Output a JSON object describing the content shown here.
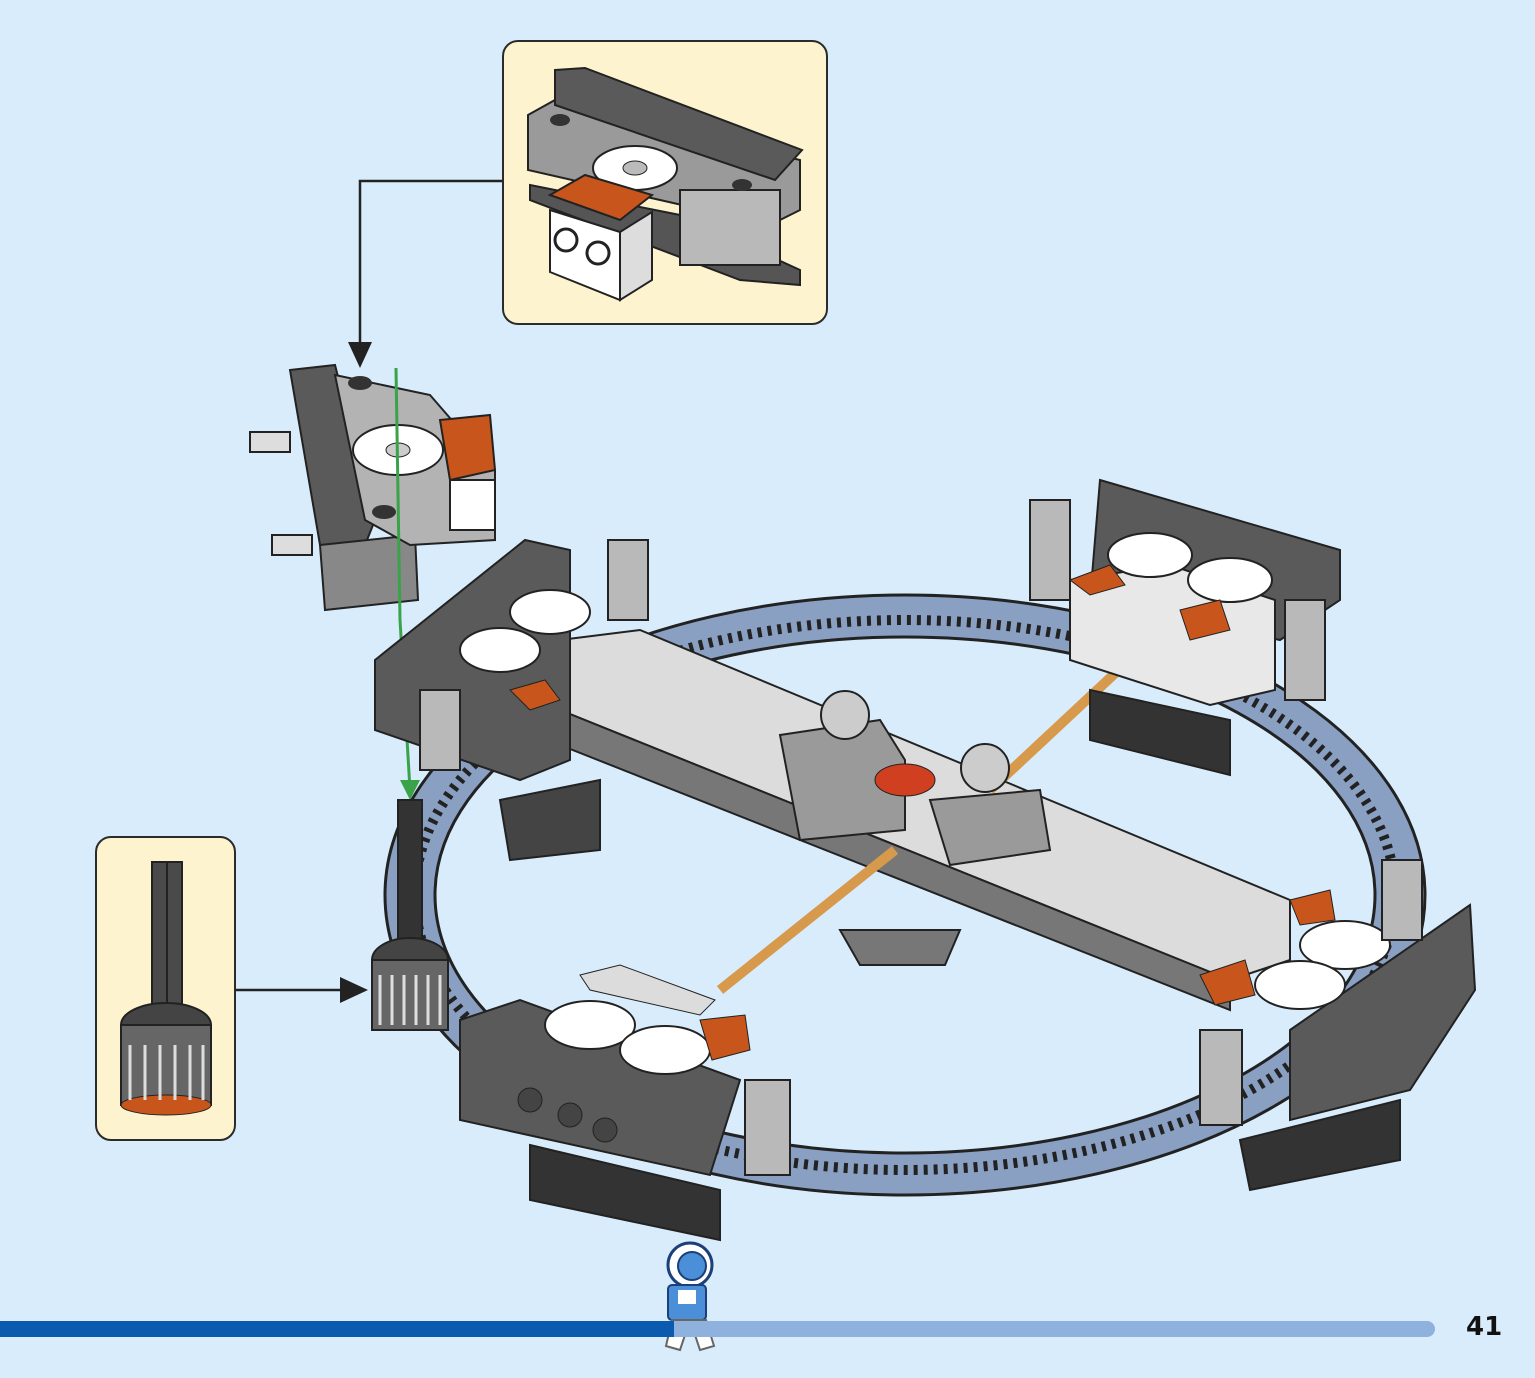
{
  "page": {
    "number": "41",
    "progress_fraction": 0.47
  },
  "colors": {
    "background": "#d8ecfb",
    "callout_fill": "#fdf3cf",
    "progress_done": "#0a5bb0",
    "progress_remaining": "#8fb1de",
    "ring": "#8aa0c2",
    "dark_gray": "#5a5a5a",
    "light_gray": "#b9b9b9",
    "orange": "#c8561c",
    "tan": "#d79a4c",
    "guide_line": "#3aa34a"
  },
  "icons": {
    "mascot": "astronaut-minifigure-icon",
    "gear_ring": "turntable-gear-ring",
    "assembly": "lego-submodel"
  }
}
